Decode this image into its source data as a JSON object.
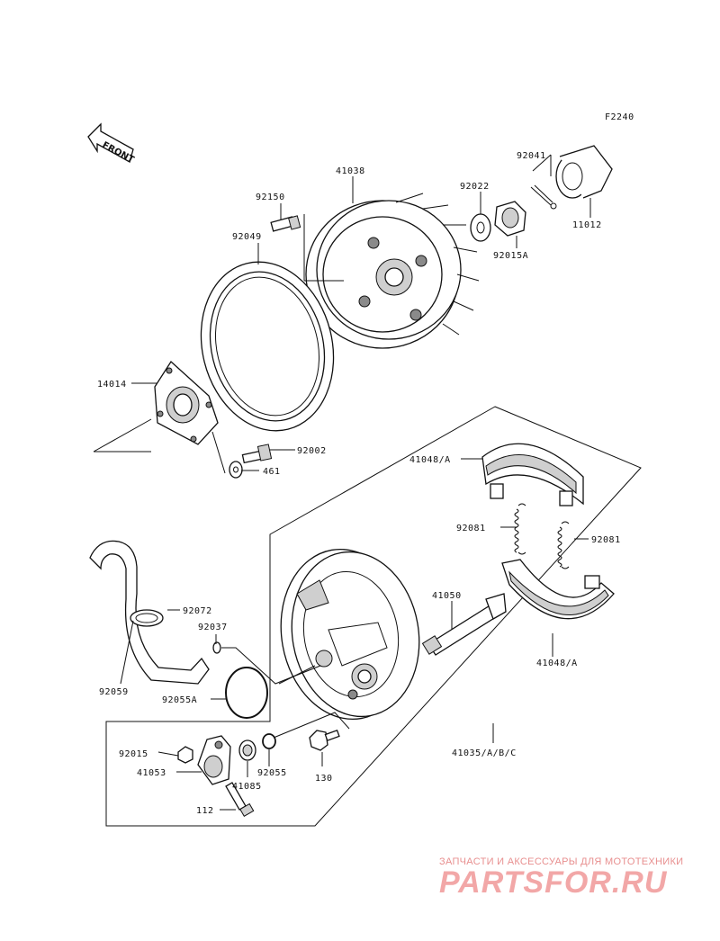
{
  "figure_code": "F2240",
  "front_label": "FRONT",
  "parts": {
    "p41038": "41038",
    "p92150": "92150",
    "p92049": "92049",
    "p92022": "92022",
    "p92041": "92041",
    "p11012": "11012",
    "p92015A": "92015A",
    "p14014": "14014",
    "p92002": "92002",
    "p461": "461",
    "p41048A_top": "41048/A",
    "p92081_left": "92081",
    "p92081_right": "92081",
    "p41050": "41050",
    "p41048A_bottom": "41048/A",
    "p92072": "92072",
    "p92037": "92037",
    "p92059": "92059",
    "p92055A": "92055A",
    "p41035": "41035/A/B/C",
    "p92015": "92015",
    "p41053": "41053",
    "p41085": "41085",
    "p92055": "92055",
    "p130": "130",
    "p112": "112"
  },
  "watermark": {
    "tagline": "ЗАПЧАСТИ И АКСЕССУАРЫ ДЛЯ МОТОТЕХНИКИ",
    "brand": "PARTSFOR.RU",
    "color": "#f2a7a7"
  }
}
